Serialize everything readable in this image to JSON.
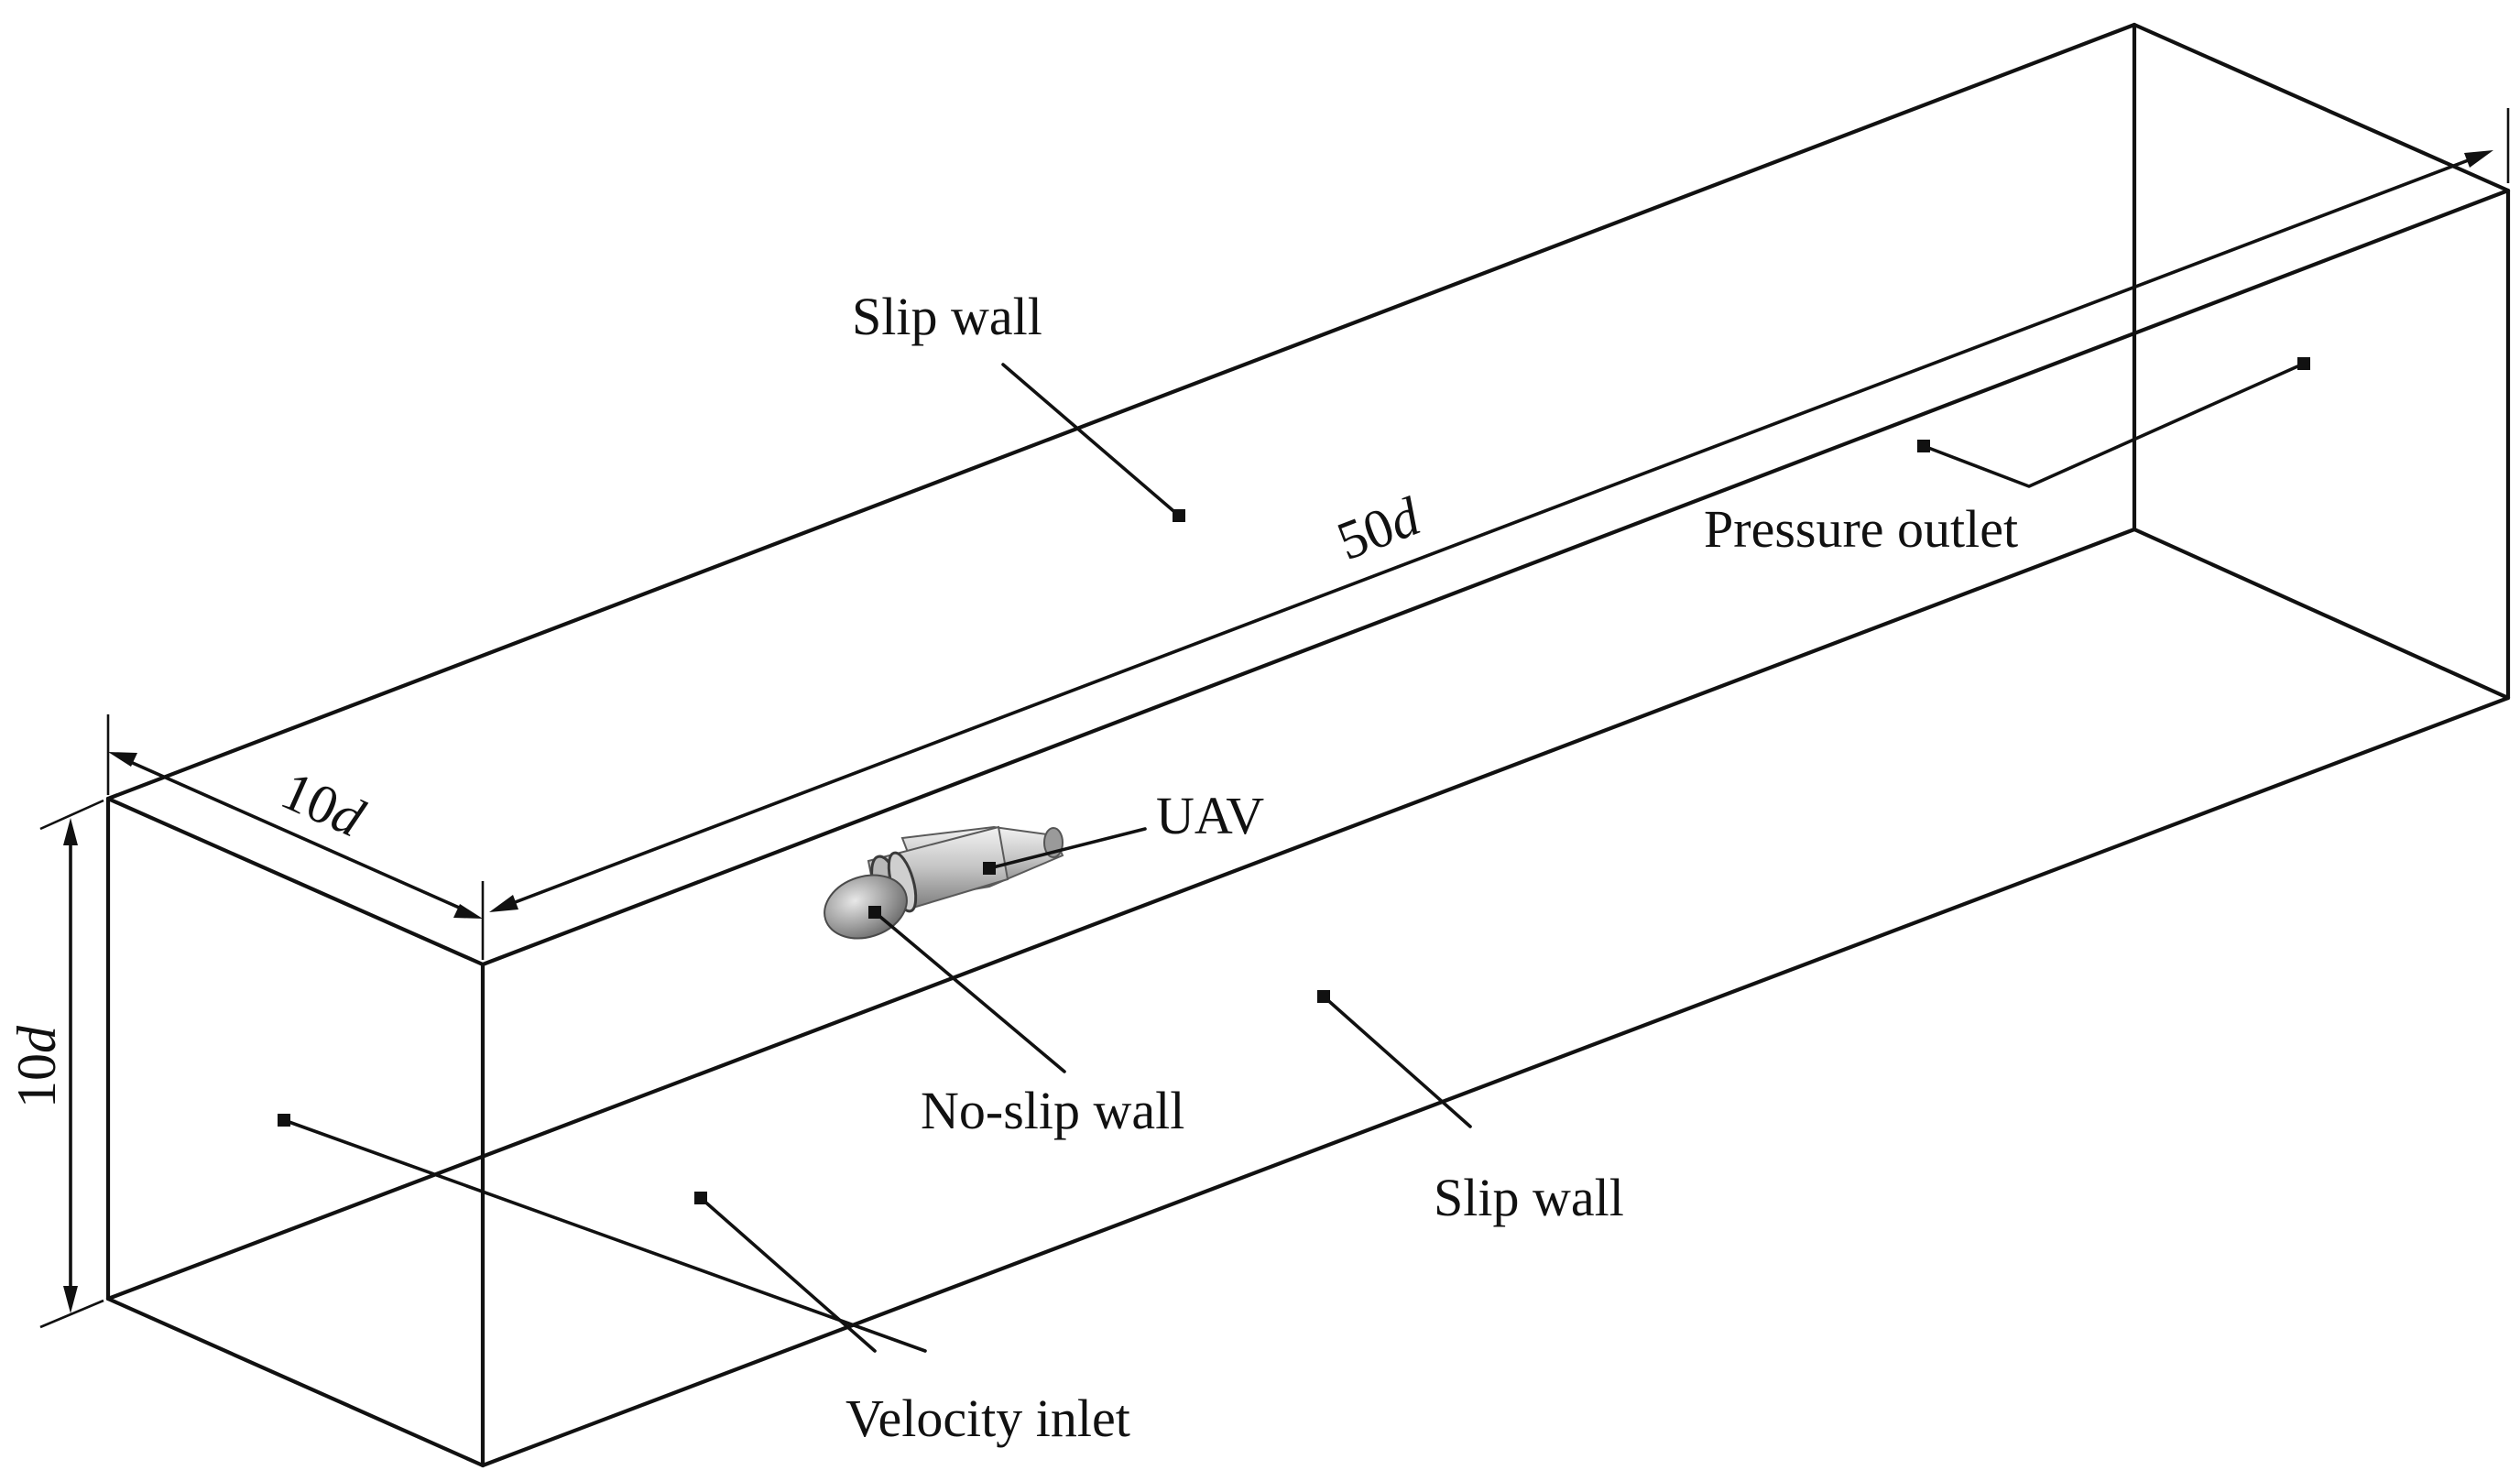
{
  "labels": {
    "slip_wall_top": "Slip wall",
    "slip_wall_side": "Slip wall",
    "pressure_outlet": "Pressure outlet",
    "uav": "UAV",
    "no_slip_wall": "No-slip wall",
    "velocity_inlet": "Velocity inlet"
  },
  "dimensions": {
    "length": {
      "value": "50",
      "unit": "d"
    },
    "width": {
      "value": "10",
      "unit": "d"
    },
    "height": {
      "value": "10",
      "unit": "d"
    }
  },
  "colors": {
    "line": "#111111",
    "uav_body_light": "#d8d8d8",
    "uav_body_dark": "#7a7a7a"
  }
}
